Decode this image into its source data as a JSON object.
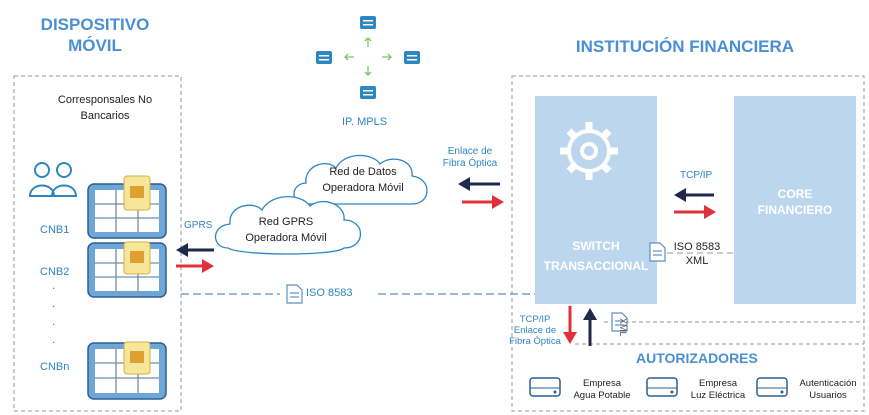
{
  "left_section": {
    "title_line1": "DISPOSITIVO",
    "title_line2": "MÓVIL",
    "cnb_header_line1": "Corresponsales No",
    "cnb_header_line2": "Bancarios",
    "devices": [
      "CNB1",
      "CNB2",
      "CNBn"
    ],
    "dots": "."
  },
  "network": {
    "ip_label": "IP. MPLS",
    "cloud_datos_line1": "Red de Datos",
    "cloud_datos_line2": "Operadora Móvil",
    "cloud_gprs_line1": "Red GPRS",
    "cloud_gprs_line2": "Operadora Móvil",
    "gprs_label": "GPRS",
    "fibra_line1": "Enlace de",
    "fibra_line2": "Fibra Óptica",
    "iso_label": "ISO 8583"
  },
  "institution": {
    "title": "INSTITUCIÓN FINANCIERA",
    "switch_line1": "SWITCH",
    "switch_line2": "TRANSACCIONAL",
    "core_line1": "CORE",
    "core_line2": "FINANCIERO",
    "tcpip_label": "TCP/IP",
    "iso_line1": "ISO 8583",
    "iso_line2": "XML",
    "bottom_tcpip": "TCP/IP",
    "bottom_fibra_line1": "Enlace de",
    "bottom_fibra_line2": "Fibra Óptica",
    "xml_vertical": "XML",
    "autorizadores_title": "AUTORIZADORES",
    "authorizers": [
      {
        "line1": "Empresa",
        "line2": "Agua Potable"
      },
      {
        "line1": "Empresa",
        "line2": "Luz Eléctrica"
      },
      {
        "line1": "Autenticación",
        "line2": "Usuarios"
      }
    ]
  },
  "colors": {
    "title_blue": "#4a8fd4",
    "panel_blue": "#bcd6ee",
    "arrow_dark": "#1f2a4a",
    "arrow_red": "#e0303a"
  },
  "icons": [
    "users-icon",
    "pos-terminal-icon",
    "document-icon",
    "gear-icon",
    "server-icon",
    "network-nodes-icon",
    "cloud-icon"
  ]
}
